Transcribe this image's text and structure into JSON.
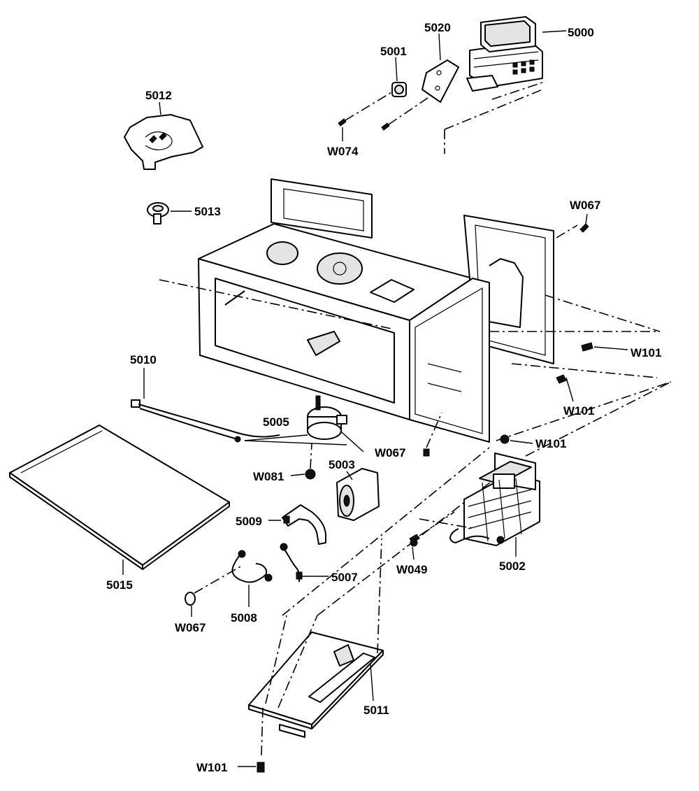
{
  "diagram": {
    "part_labels": {
      "p5000": "5000",
      "p5001": "5001",
      "p5002": "5002",
      "p5003": "5003",
      "p5005": "5005",
      "p5007": "5007",
      "p5008": "5008",
      "p5009": "5009",
      "p5010": "5010",
      "p5011": "5011",
      "p5012": "5012",
      "p5013": "5013",
      "p5015": "5015",
      "p5020": "5020"
    },
    "hardware_labels": {
      "w074": "W074",
      "w067_top": "W067",
      "w067_mid": "W067",
      "w067_bottom": "W067",
      "w101_right": "W101",
      "w101_mid": "W101",
      "w101_lower": "W101",
      "w101_bottom": "W101",
      "w081": "W081",
      "w049": "W049"
    },
    "icons": [
      "magnetron",
      "thermostat",
      "mounting-plate",
      "stirrer-blade",
      "stirrer-coupler",
      "oven-chassis",
      "screw",
      "turntable-motor",
      "wire-harness",
      "capacitor",
      "capacitor-bracket",
      "bottom-plate",
      "transformer",
      "base-plate",
      "diode"
    ],
    "colors": {
      "line": "#000000",
      "background": "#ffffff"
    }
  }
}
